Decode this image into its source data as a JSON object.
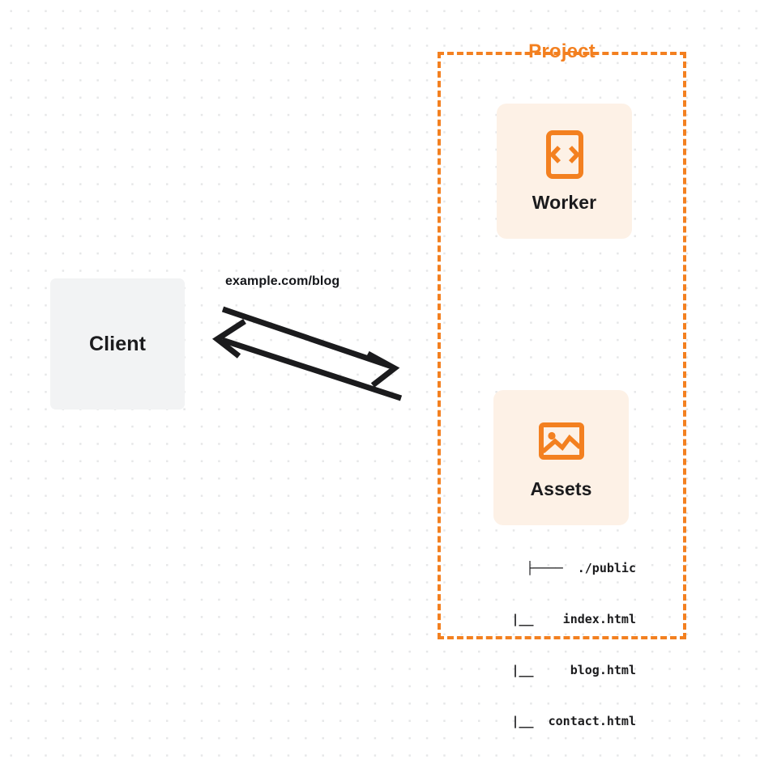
{
  "diagram": {
    "type": "architecture-flow",
    "background": "dotted-grid",
    "accent_color": "#f38020",
    "card_fill": "#fdf1e6",
    "client_fill": "#f2f3f4",
    "text_color": "#1b1b1d"
  },
  "client": {
    "label": "Client"
  },
  "project": {
    "title": "Project",
    "border_color": "#f38020",
    "border_style": "dashed"
  },
  "services": [
    {
      "id": "worker",
      "label": "Worker",
      "icon": "code-brackets-icon"
    },
    {
      "id": "assets",
      "label": "Assets",
      "icon": "image-icon"
    }
  ],
  "file_tree": {
    "lines": [
      "├────  ./public",
      "|__    index.html",
      "|__     blog.html",
      "|__  contact.html"
    ]
  },
  "connection": {
    "label": "example.com/blog",
    "request_direction": "client-to-project",
    "response_direction": "project-to-client",
    "stroke_color": "#1b1b1d"
  }
}
